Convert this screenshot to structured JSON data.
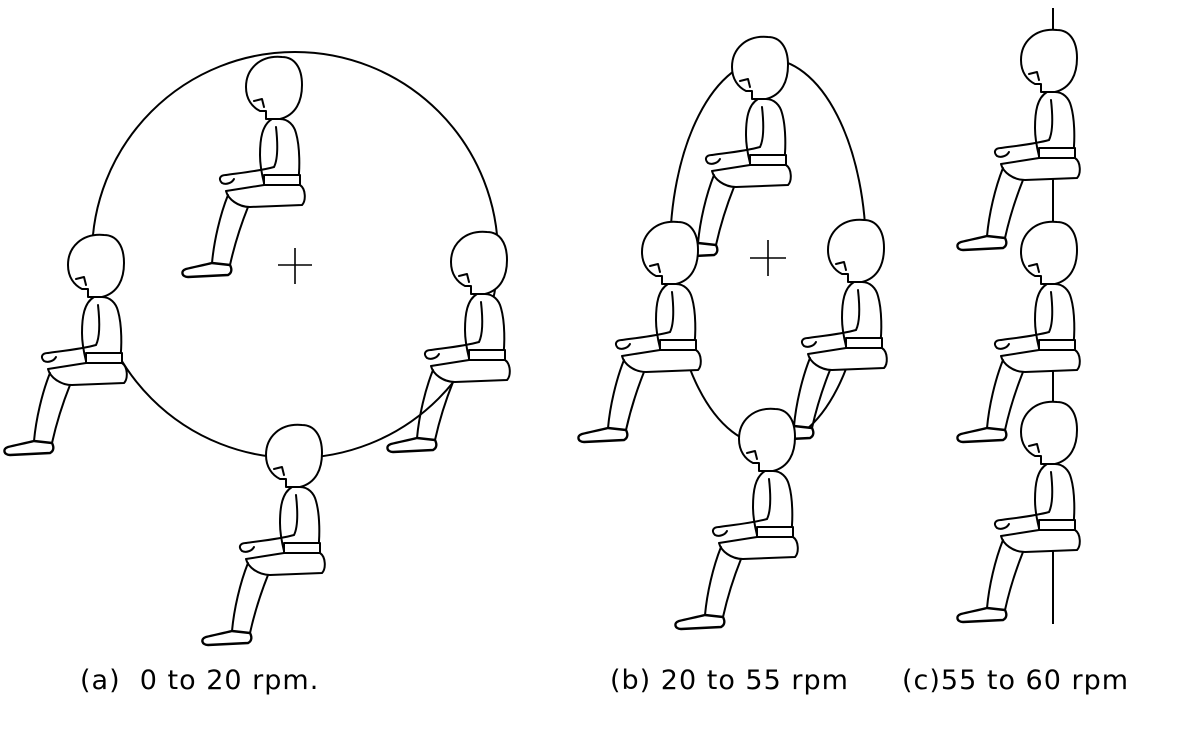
{
  "panels": [
    {
      "id": "a",
      "caption": "(a)  0 to 20 rpm."
    },
    {
      "id": "b",
      "caption": "(b) 20 to 55 rpm"
    },
    {
      "id": "c",
      "caption": "(c)55 to 60 rpm"
    }
  ],
  "icons": {
    "seated_figure": "seated-person-icon",
    "center": "plus-icon"
  }
}
